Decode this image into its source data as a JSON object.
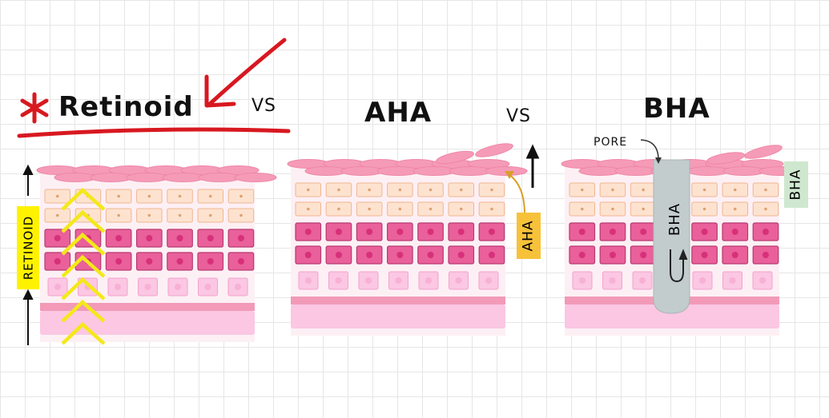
{
  "labels": {
    "retinoid_title": "Retinoid",
    "vs_1": "VS",
    "aha_title": "AHA",
    "vs_2": "VS",
    "bha_title": "BHA",
    "pore_label": "PORE",
    "retinoid_tag": "RETINOID",
    "aha_tag": "AHA",
    "bha_side_tag": "BHA",
    "bha_pore_tag": "BHA"
  },
  "colors": {
    "accent_red": "#d81820",
    "highlight_yellow": "#fff200",
    "retinoid_arrow_yellow": "#f4e81a",
    "aha_tag_orange": "#f7c23a",
    "bha_tag_green": "#cfe7cf",
    "pore_grey": "#c2cccd",
    "skin_pink": "#f59bb8",
    "cell_peach": "#fde3cf",
    "cell_dark_pink": "#e9609a",
    "cell_light_pink": "#fbc7e3",
    "base_pink": "#fbc7e3"
  },
  "icons": [
    "asterisk-icon",
    "arrow-up-icon",
    "curved-arrow-icon",
    "circular-arrow-icon"
  ]
}
